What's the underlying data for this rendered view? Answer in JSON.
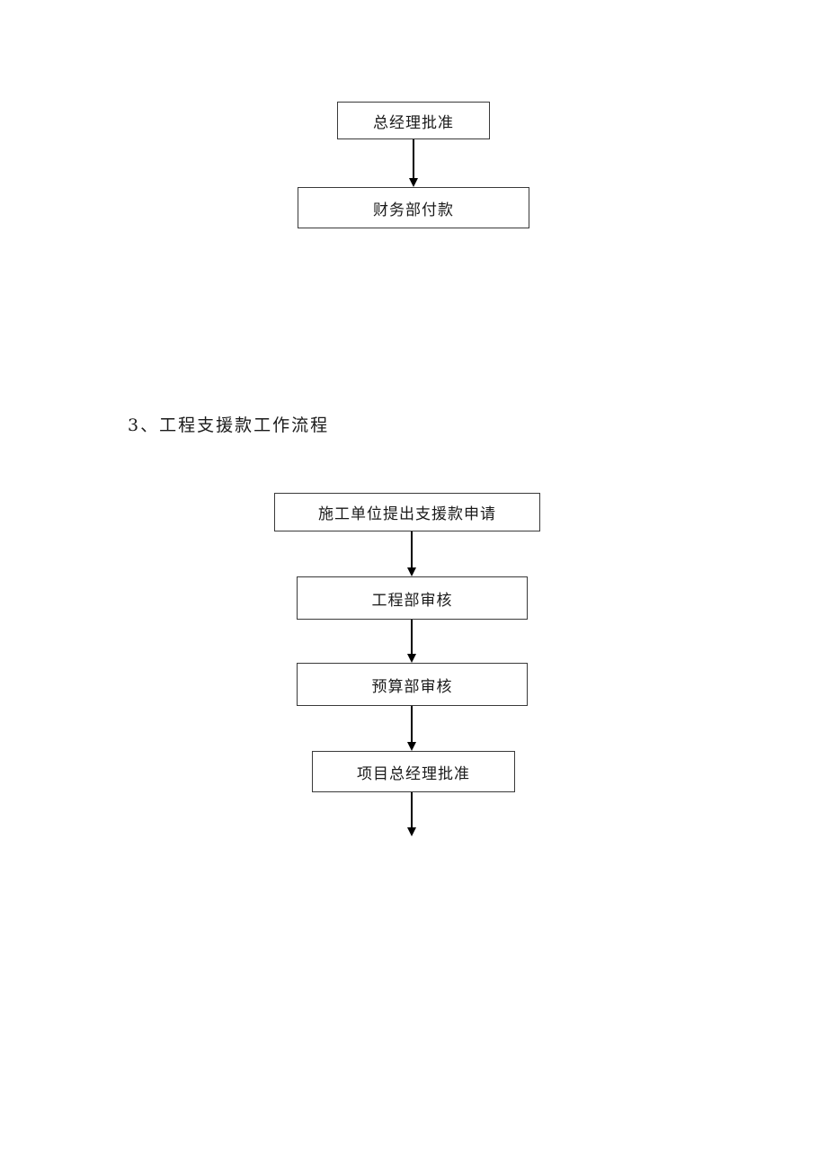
{
  "page": {
    "background_color": "#ffffff",
    "box_border_color": "#3a3a3a",
    "arrow_color": "#000000"
  },
  "section_heading": "3、工程支援款工作流程",
  "flowchart_top": {
    "description": "tail-of-previous-flowchart",
    "nodes": [
      "总经理批准",
      "财务部付款"
    ]
  },
  "flowchart_support": {
    "description": "engineering-support-fund-workflow",
    "nodes": [
      "施工单位提出支援款申请",
      "工程部审核",
      "预算部审核",
      "项目总经理批准"
    ],
    "has_trailing_arrow": true
  }
}
